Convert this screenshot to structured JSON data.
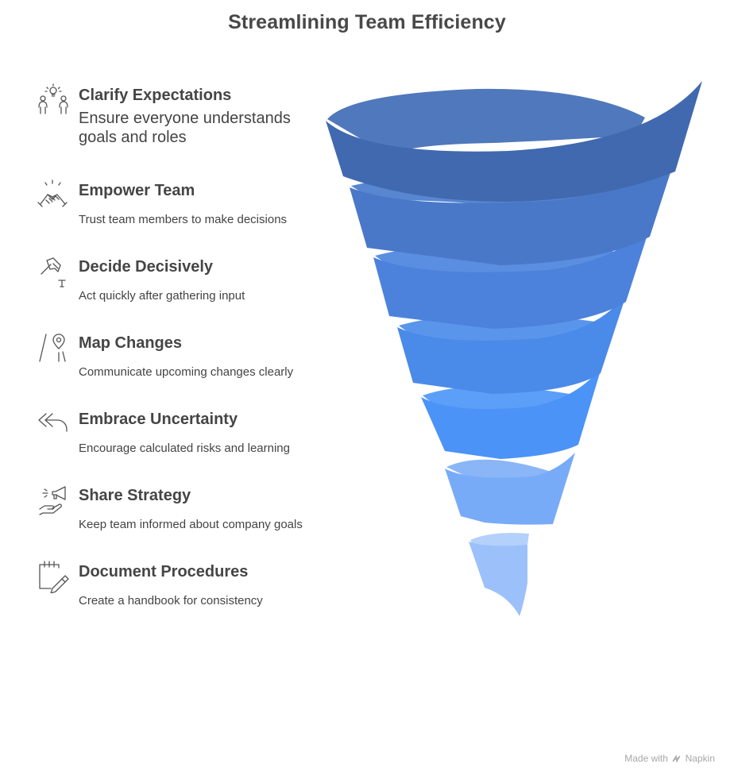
{
  "title": "Streamlining Team Efficiency",
  "steps": [
    {
      "heading": "Clarify Expectations",
      "description": "Ensure everyone understands goals and roles",
      "icon": "team-idea-icon"
    },
    {
      "heading": "Empower Team",
      "description": "Trust team members to make decisions",
      "icon": "handshake-icon"
    },
    {
      "heading": "Decide Decisively",
      "description": "Act quickly after gathering input",
      "icon": "gavel-icon"
    },
    {
      "heading": "Map Changes",
      "description": "Communicate upcoming changes clearly",
      "icon": "map-pin-icon"
    },
    {
      "heading": "Embrace Uncertainty",
      "description": "Encourage calculated risks and learning",
      "icon": "reply-all-icon"
    },
    {
      "heading": "Share Strategy",
      "description": "Keep team informed about company goals",
      "icon": "megaphone-hand-icon"
    },
    {
      "heading": "Document Procedures",
      "description": "Create a handbook for consistency",
      "icon": "notepad-pen-icon"
    }
  ],
  "colors": {
    "band_1": "#4069b0",
    "band_2": "#4a78c8",
    "band_3": "#4c82dc",
    "band_4": "#4a8ae8",
    "band_5": "#4c93f8",
    "band_6": "#78abf7",
    "band_7": "#9cc0fa"
  },
  "credit": {
    "prefix": "Made with",
    "brand": "Napkin"
  }
}
